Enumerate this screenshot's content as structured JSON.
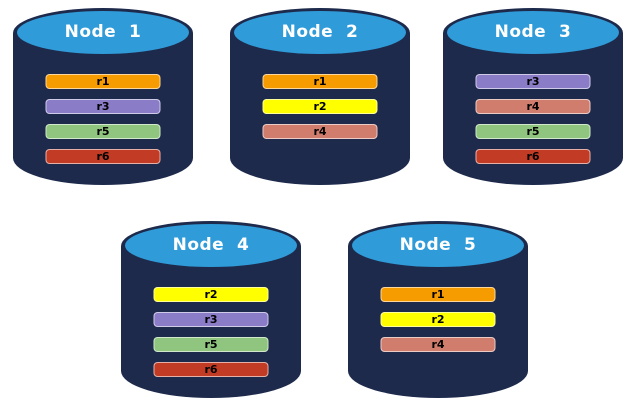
{
  "diagram": {
    "background": "#FFFFFF",
    "cylinder_body_color": "#1D2A4C",
    "cylinder_top_color": "#2F9BD8",
    "title_color": "#FFFFFF",
    "bar_text_color": "#000000"
  },
  "replica_colors": {
    "r1": "#F79C00",
    "r2": "#FFFF00",
    "r3": "#8B7CC8",
    "r4": "#D07D6E",
    "r5": "#8FC57E",
    "r6": "#C23B25"
  },
  "nodes": [
    {
      "title": "Node  1",
      "replicas": [
        "r1",
        "r3",
        "r5",
        "r6"
      ]
    },
    {
      "title": "Node  2",
      "replicas": [
        "r1",
        "r2",
        "r4"
      ]
    },
    {
      "title": "Node  3",
      "replicas": [
        "r3",
        "r4",
        "r5",
        "r6"
      ]
    },
    {
      "title": "Node  4",
      "replicas": [
        "r2",
        "r3",
        "r5",
        "r6"
      ]
    },
    {
      "title": "Node  5",
      "replicas": [
        "r1",
        "r2",
        "r4"
      ]
    }
  ]
}
